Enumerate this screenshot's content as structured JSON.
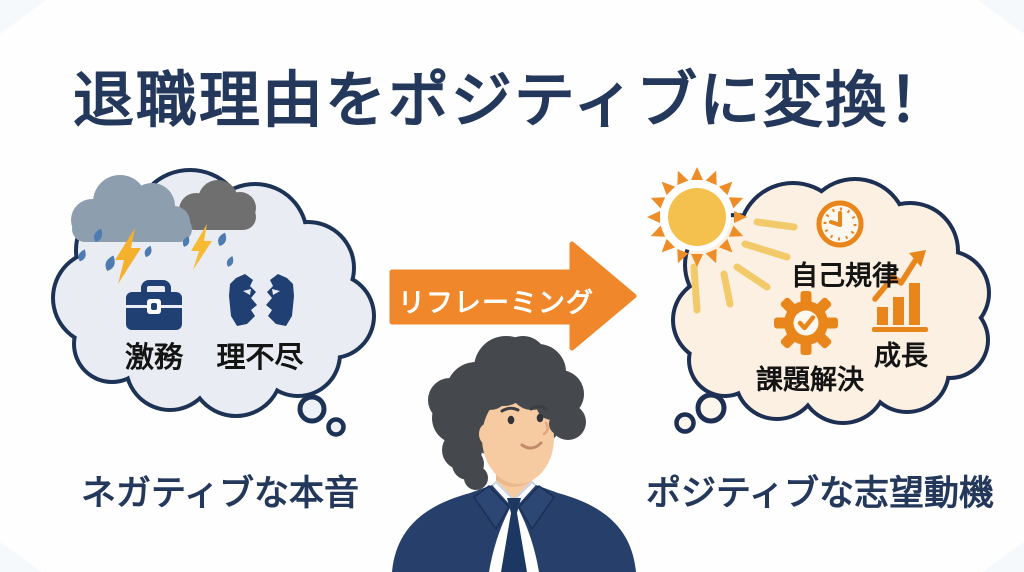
{
  "title": "退職理由をポジティブに変換！",
  "arrow": {
    "label": "リフレーミング"
  },
  "left_cloud": {
    "caption": "ネガティブな本音",
    "items": [
      {
        "icon": "briefcase-icon",
        "label": "激務"
      },
      {
        "icon": "conflict-faces-icon",
        "label": "理不尽"
      }
    ],
    "weather_icons": [
      "storm-cloud-icon",
      "lightning-icon",
      "rain-icon"
    ]
  },
  "right_cloud": {
    "caption": "ポジティブな志望動機",
    "items": [
      {
        "icon": "clock-icon",
        "label": "自己規律"
      },
      {
        "icon": "gear-check-icon",
        "label": "課題解決"
      },
      {
        "icon": "growth-chart-icon",
        "label": "成長"
      }
    ],
    "weather_icons": [
      "sun-icon"
    ]
  },
  "figure": "businessman-illustration",
  "colors": {
    "title_navy": "#24385c",
    "cloud_outline_navy": "#1d3356",
    "left_cloud_fill": "#e9edf3",
    "right_cloud_fill": "#fbf0e1",
    "arrow_orange": "#f0882b",
    "icon_orange": "#e8861c",
    "icon_navy": "#203f72",
    "lightning_yellow": "#f5b02e",
    "rain_blue": "#4e7cb0",
    "sun_gold": "#f5c14e",
    "storm_gray_blue": "#8d9eae",
    "storm_dark_gray": "#6f6f6f"
  }
}
